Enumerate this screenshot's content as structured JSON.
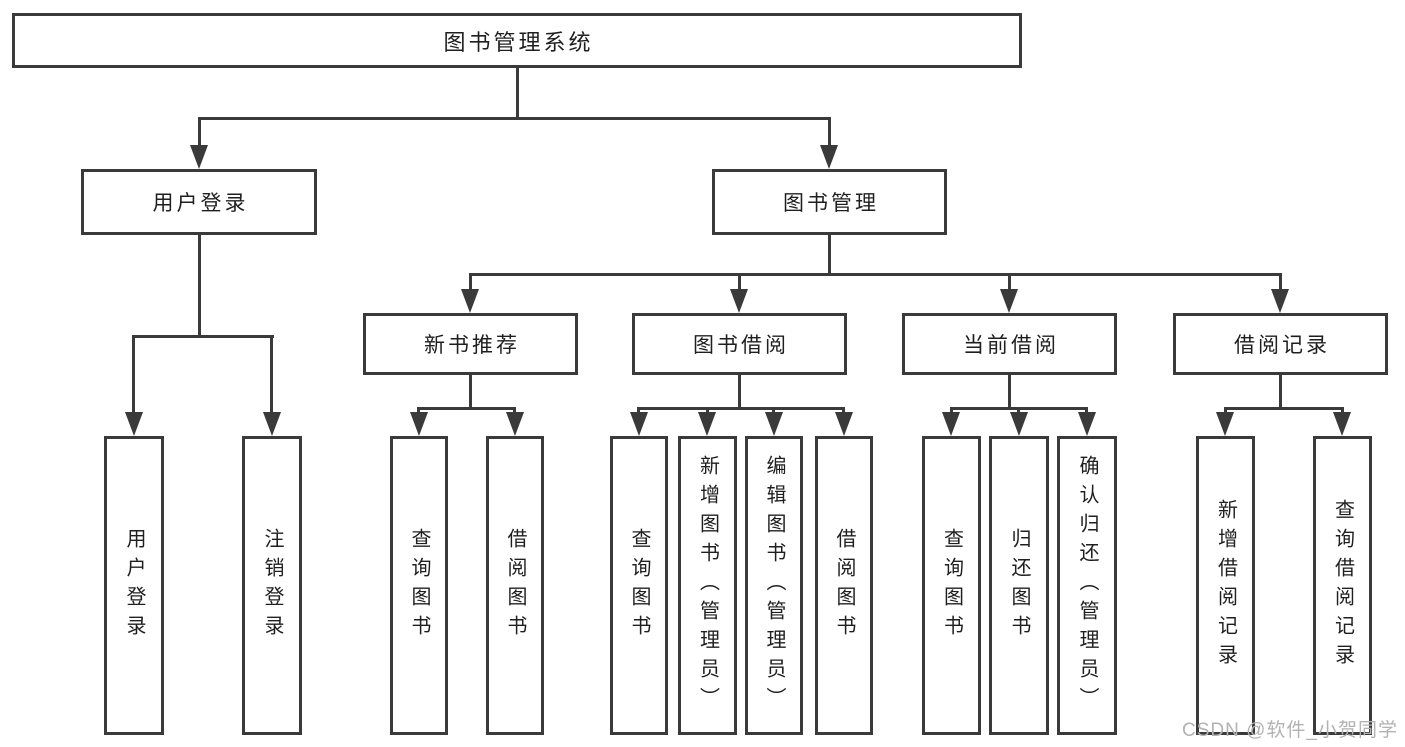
{
  "colors": {
    "line": "#3a3a3a",
    "box_border": "#3a3a3a",
    "box_background": "#ffffff",
    "text": "#1f1f1f",
    "watermark": "#b2b2b2"
  },
  "diagram": {
    "root": {
      "label": "图书管理系统"
    },
    "branches": {
      "user_login": {
        "label": "用户登录"
      },
      "book_management": {
        "label": "图书管理"
      }
    },
    "modules": {
      "new_book_recommend": {
        "label": "新书推荐"
      },
      "book_borrowing": {
        "label": "图书借阅"
      },
      "current_borrowing": {
        "label": "当前借阅"
      },
      "borrowing_records": {
        "label": "借阅记录"
      }
    },
    "leaves": {
      "login": {
        "label": "用户登录"
      },
      "logout": {
        "label": "注销登录"
      },
      "recommend_query_books": {
        "label": "查询图书"
      },
      "recommend_borrow_books": {
        "label": "借阅图书"
      },
      "borrow_query_books": {
        "label": "查询图书"
      },
      "borrow_add_books": {
        "label": "新增图书（管理员）"
      },
      "borrow_edit_books": {
        "label": "编辑图书（管理员）"
      },
      "borrow_borrow_books": {
        "label": "借阅图书"
      },
      "current_query_books": {
        "label": "查询图书"
      },
      "current_return_books": {
        "label": "归还图书"
      },
      "current_confirm_return": {
        "label": "确认归还（管理员）"
      },
      "records_add_record": {
        "label": "新增借阅记录"
      },
      "records_query_record": {
        "label": "查询借阅记录"
      }
    }
  },
  "watermark": {
    "text": "CSDN @软件_小贺同学"
  }
}
